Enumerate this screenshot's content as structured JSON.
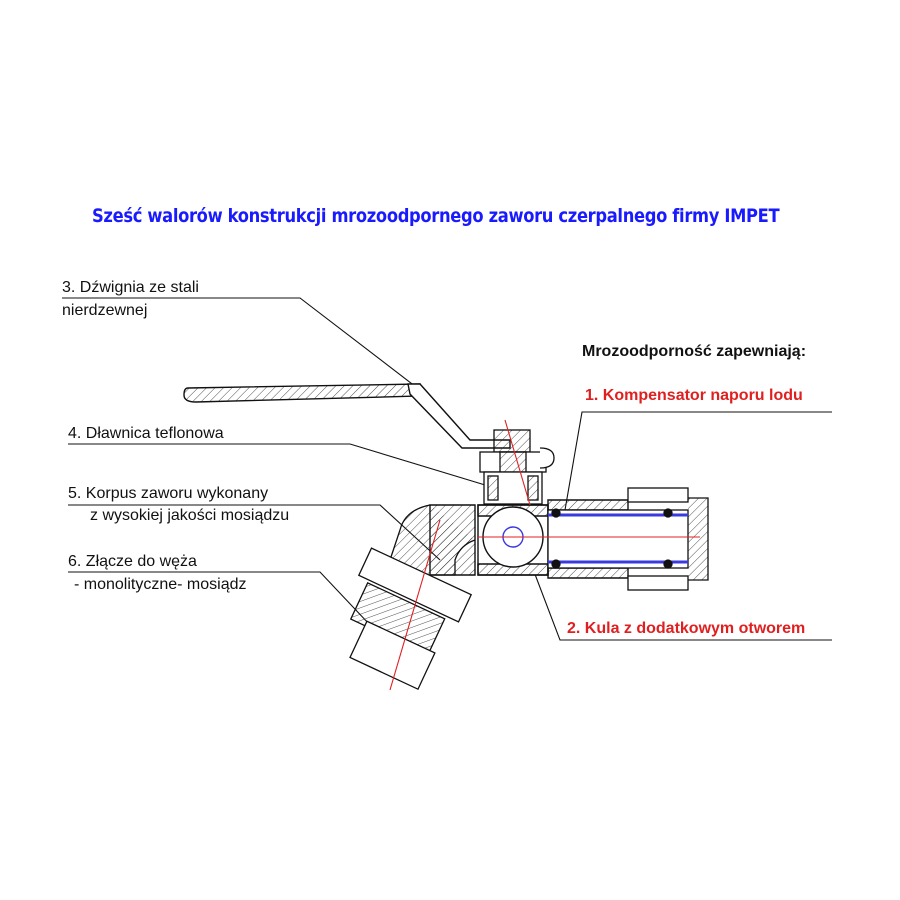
{
  "title": "Sześć walorów konstrukcji mrozoodpornego zaworu czerpalnego firmy IMPET",
  "colors": {
    "title": "#1a1aff",
    "accent_red": "#e02020",
    "seal_blue": "#3a3adf",
    "centerline_red": "#e02020",
    "line": "#111111"
  },
  "labels": {
    "lever": {
      "line1": "3. Dźwignia ze stali",
      "line2": "nierdzewnej"
    },
    "gland": {
      "line1": "4. Dławnica teflonowa"
    },
    "body": {
      "line1": "5. Korpus zaworu wykonany",
      "line2": "z wysokiej jakości mosiądzu"
    },
    "connector": {
      "line1": "6. Złącze do węża",
      "line2": "- monolityczne- mosiądz"
    }
  },
  "frost": {
    "heading": "Mrozoodporność zapewniają:",
    "item1": "1. Kompensator naporu lodu",
    "item2": "2. Kula z dodatkowym otworem"
  }
}
